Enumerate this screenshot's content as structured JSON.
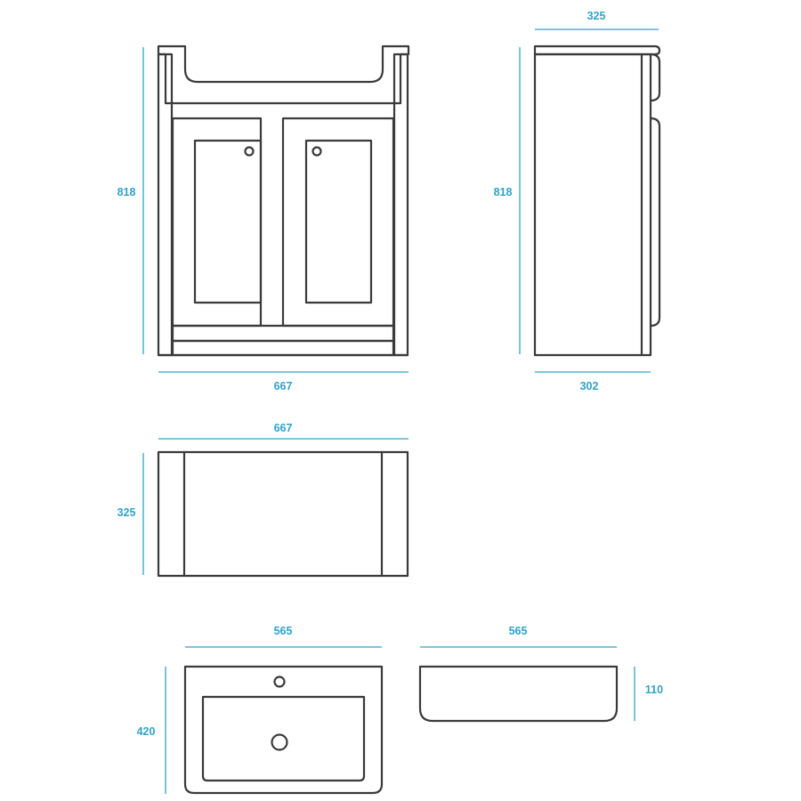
{
  "colors": {
    "outline": "#3a3a3a",
    "dimension": "#2ea3c7",
    "background": "#ffffff"
  },
  "front_view": {
    "height": "818",
    "width": "667"
  },
  "side_view": {
    "top_depth": "325",
    "height": "818",
    "base_depth": "302"
  },
  "plan_view": {
    "width": "667",
    "depth": "325"
  },
  "basin_top_view": {
    "width": "565",
    "depth": "420"
  },
  "basin_side_view": {
    "width": "565",
    "height": "110"
  }
}
